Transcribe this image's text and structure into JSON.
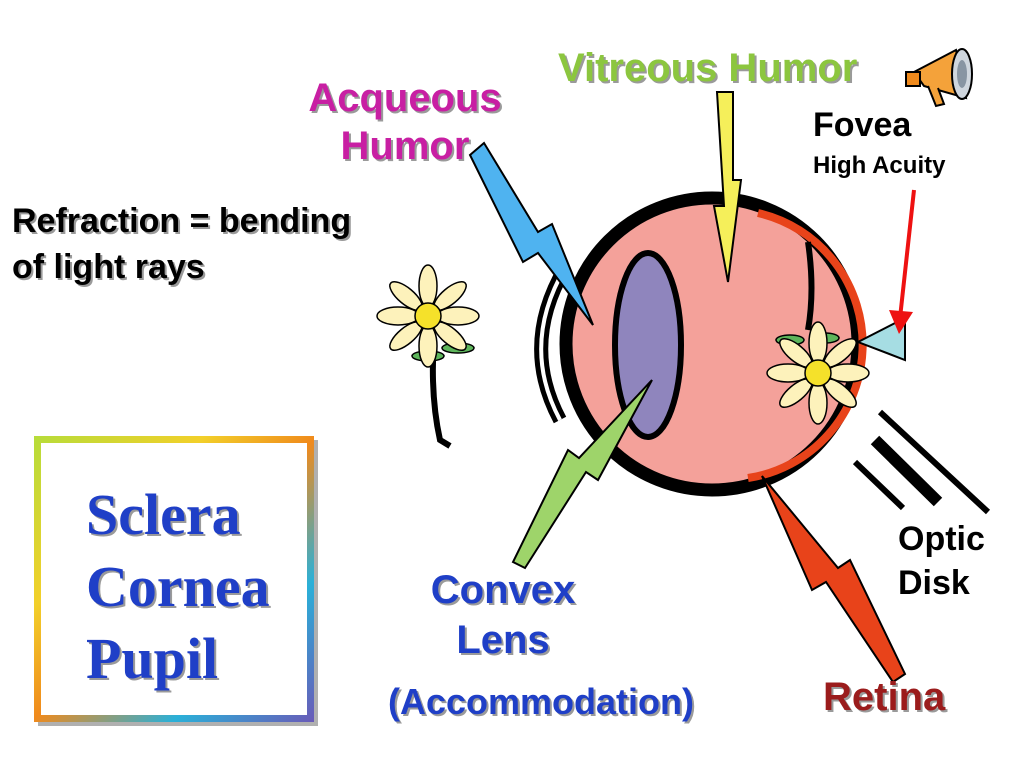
{
  "labels": {
    "vitreous_humor": "Vitreous Humor",
    "acqueous_humor_line1": "Acqueous",
    "acqueous_humor_line2": "Humor",
    "fovea": "Fovea",
    "fovea_sub": "High Acuity",
    "refraction_line1": "Refraction = bending",
    "refraction_line2": "of light rays",
    "convex_line1": "Convex",
    "convex_line2": "Lens",
    "accommodation": "(Accommodation)",
    "optic_line1": "Optic",
    "optic_line2": "Disk",
    "retina": "Retina"
  },
  "terms": [
    "Sclera",
    "Cornea",
    "Pupil"
  ],
  "colors": {
    "vitreous": "#8cc63f",
    "acqueous": "#c81fa3",
    "lens_label": "#1f3fc7",
    "retina_label": "#9b1c1c",
    "eye_fill": "#f4a19a",
    "lens_fill": "#8f85bd",
    "retina_arc": "#e8431a",
    "acqueous_arrow": "#4fb3f0",
    "vitreous_arrow": "#f5ef5a",
    "lens_arrow": "#9ed46a",
    "fovea_arrow": "#ee1111",
    "optic_disk": "#a6dde3"
  },
  "icons": [
    "megaphone-icon",
    "flower-icon",
    "inverted-flower-icon"
  ]
}
